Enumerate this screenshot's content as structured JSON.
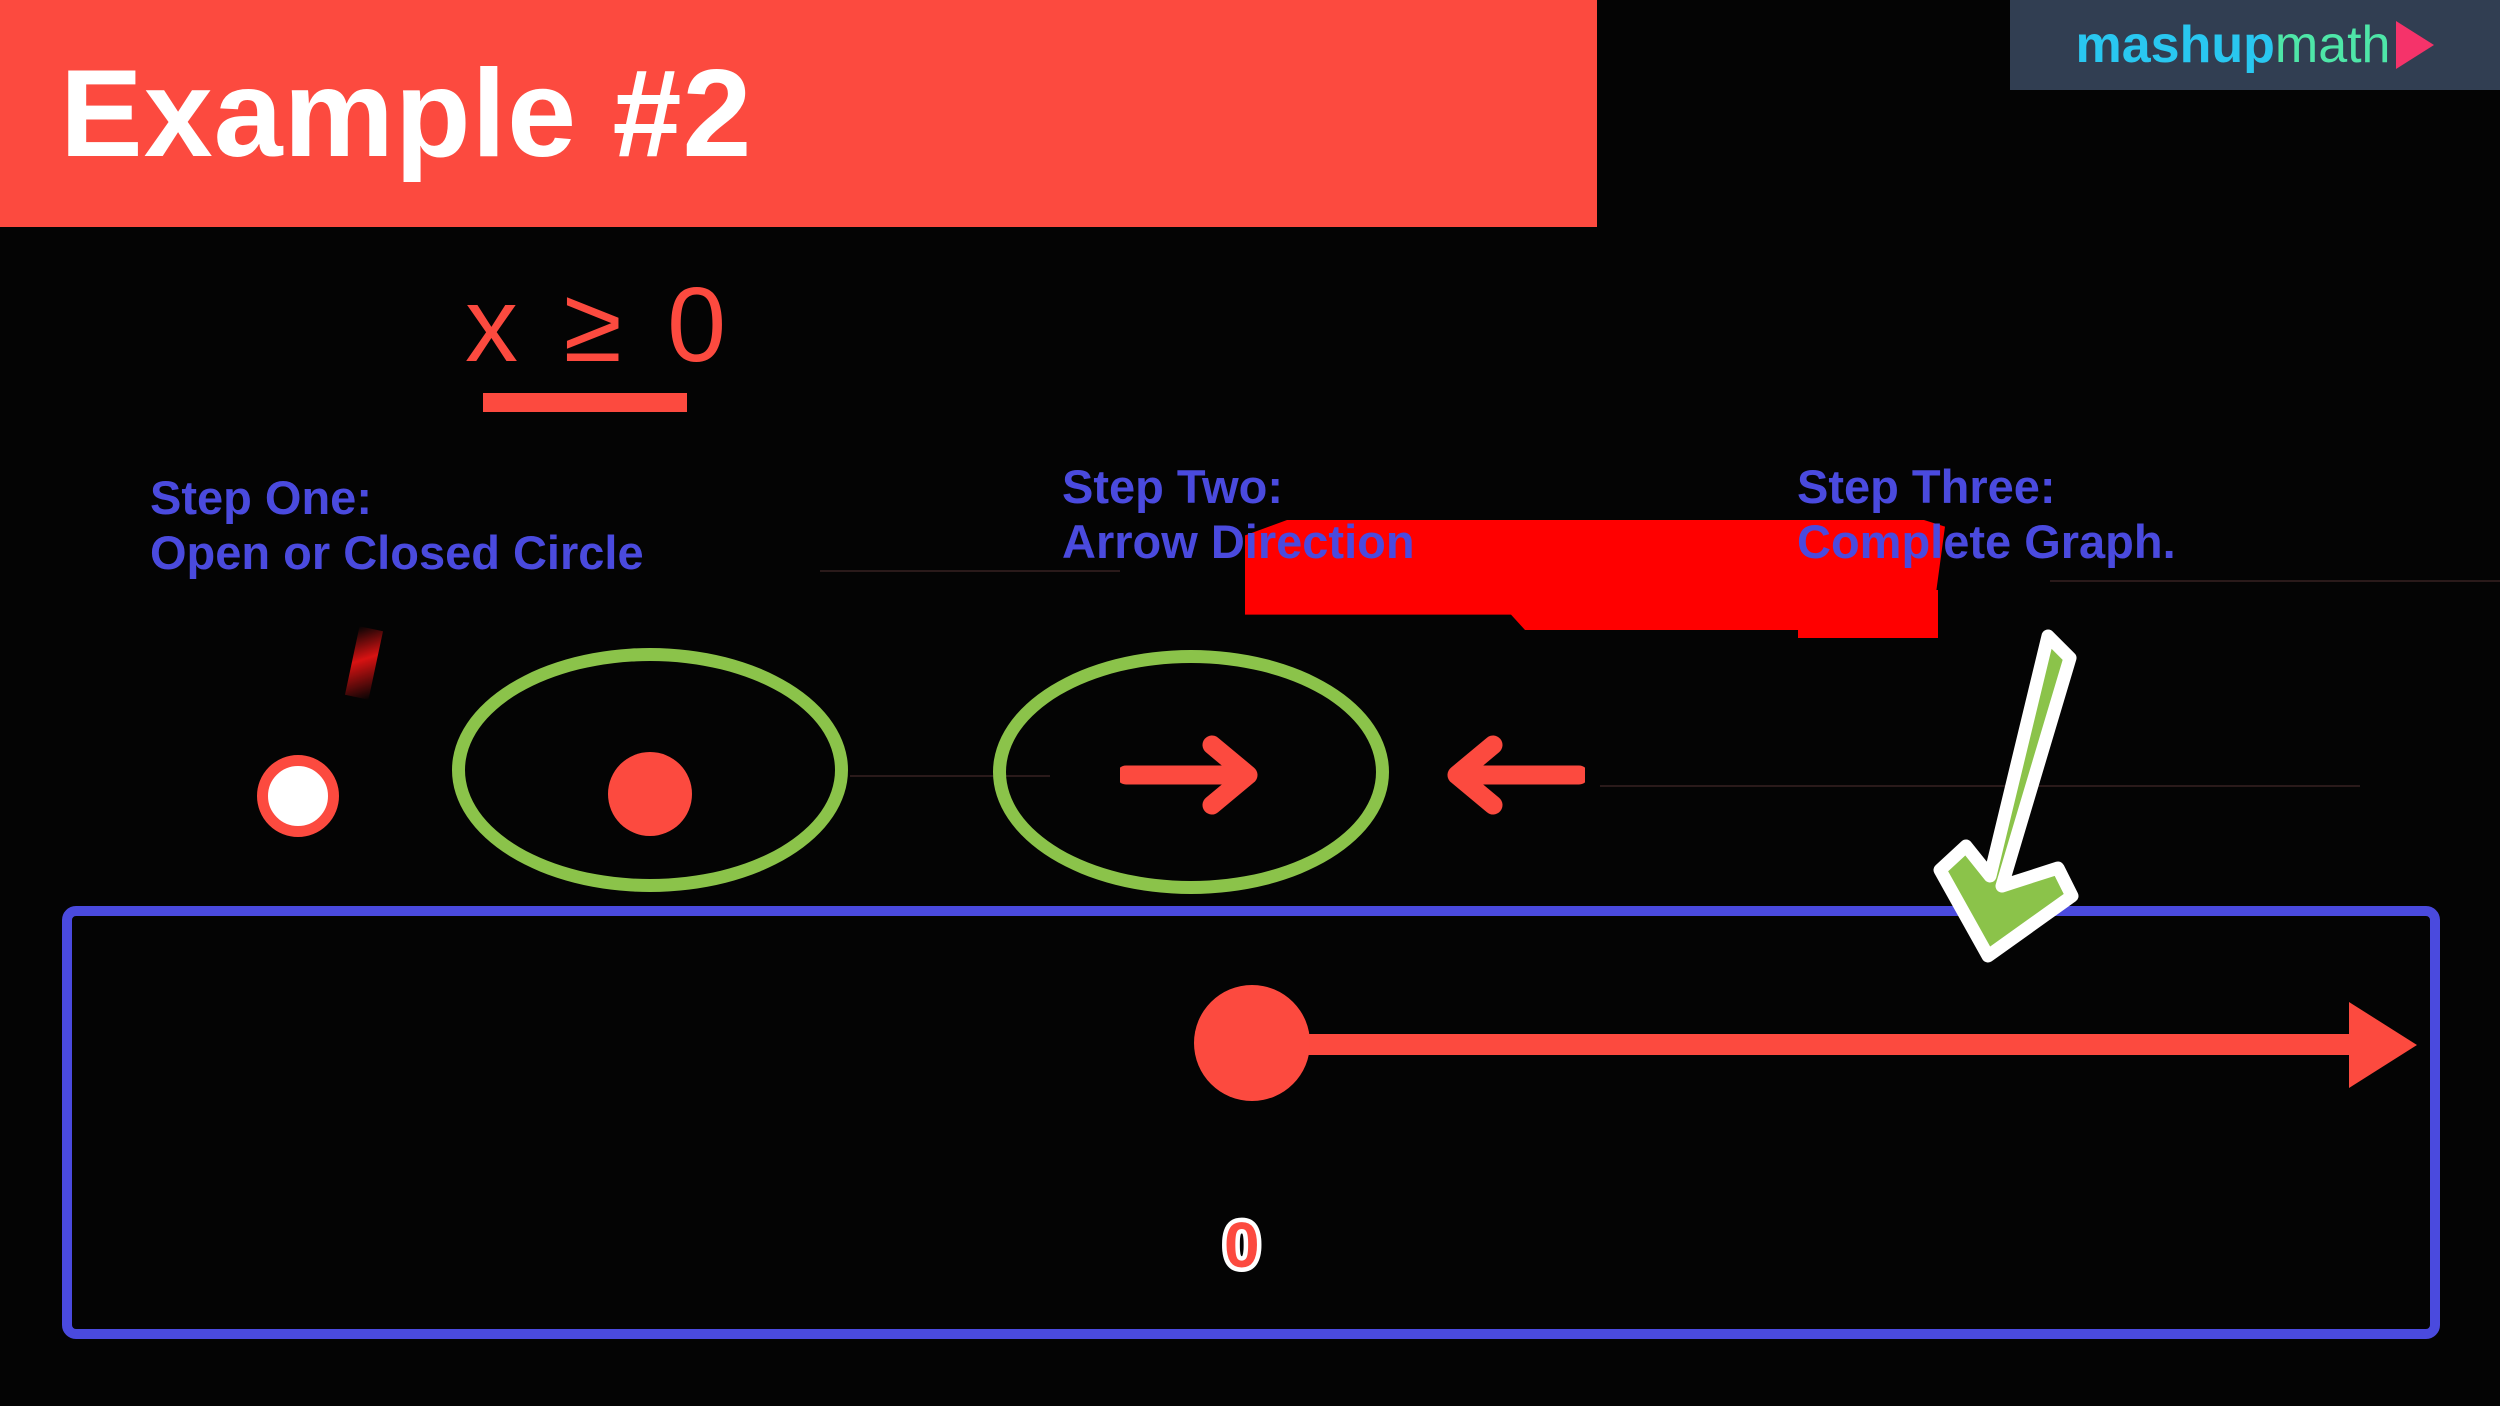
{
  "slide": {
    "title": "Example #2",
    "background_color": "#040404"
  },
  "banner": {
    "label": "Example #2",
    "background_color": "#fc4a3f",
    "text_color": "#ffffff"
  },
  "logo": {
    "part_one": "mashup",
    "part_two": "math",
    "part_one_color": "#29c7f0",
    "part_two_color": "#4ee6a8",
    "play_icon": "play-triangle-icon",
    "play_color": "#f5336a",
    "background_color": "#313e52"
  },
  "problem": {
    "inequality": "x ≥ 0",
    "inequality_color": "#fc4a3f",
    "variable": "x",
    "relation": "≥",
    "boundary_value": "0"
  },
  "steps": [
    {
      "id": "step-one",
      "heading": "Step One:",
      "detail": "Open or Closed Circle",
      "text_color": "#4a4ade"
    },
    {
      "id": "step-two",
      "heading": "Step Two:",
      "detail": "Arrow Direction",
      "text_color": "#4a4ade"
    },
    {
      "id": "step-three",
      "heading": "Step Three:",
      "detail": "Complete Graph.",
      "text_color": "#4a4ade"
    }
  ],
  "choices": {
    "circle_options": [
      {
        "name": "open-circle",
        "style": "open",
        "selected": false,
        "fill": "#ffffff",
        "ring": "#fc4a3f"
      },
      {
        "name": "closed-circle",
        "style": "closed",
        "selected": true,
        "fill": "#fc4a3f"
      }
    ],
    "arrow_options": [
      {
        "name": "arrow-right",
        "direction": "right",
        "selected": true,
        "color": "#fc4a3f"
      },
      {
        "name": "arrow-left",
        "direction": "left",
        "selected": false,
        "color": "#fc4a3f"
      }
    ],
    "selection_highlight_color": "#8bc34a"
  },
  "pointer": {
    "name": "green-down-arrow",
    "direction": "down-left",
    "fill": "#8bc34a",
    "outline": "#ffffff"
  },
  "number_line": {
    "border_color": "#4a4ade",
    "endpoint_label": "0",
    "endpoint_type": "closed",
    "endpoint_color": "#fc4a3f",
    "ray_direction": "right",
    "ray_color": "#fc4a3f",
    "label_outline": "#ffffff"
  }
}
